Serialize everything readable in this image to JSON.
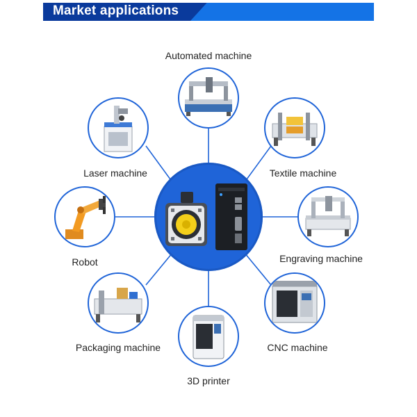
{
  "header": {
    "title": "Market applications"
  },
  "colors": {
    "accent": "#1f64d8",
    "banner_dark": "#0a3a9c",
    "banner_light": "#1473e6"
  },
  "center": {
    "products": [
      "servo-motor",
      "servo-driver"
    ]
  },
  "applications": [
    {
      "label": "Automated machine",
      "icon": "automated-machine-icon"
    },
    {
      "label": "Laser machine",
      "icon": "laser-machine-icon"
    },
    {
      "label": "Textile machine",
      "icon": "textile-machine-icon"
    },
    {
      "label": "Robot",
      "icon": "robot-arm-icon"
    },
    {
      "label": "Engraving machine",
      "icon": "engraving-machine-icon"
    },
    {
      "label": "Packaging machine",
      "icon": "packaging-machine-icon"
    },
    {
      "label": "CNC machine",
      "icon": "cnc-machine-icon"
    },
    {
      "label": "3D printer",
      "icon": "3d-printer-icon"
    }
  ]
}
